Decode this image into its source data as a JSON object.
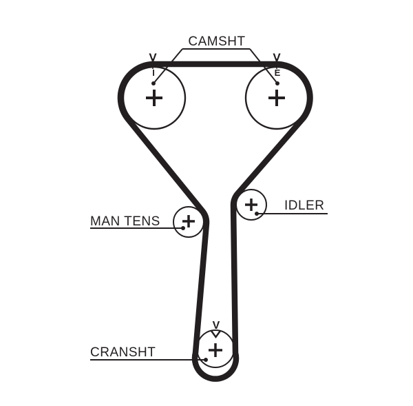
{
  "labels": {
    "camshaft": "CAMSHT",
    "manual_tensioner": "MAN TENS",
    "idler": "IDLER",
    "crankshaft": "CRANSHT"
  },
  "marks": {
    "left_cam_timing": "V",
    "left_cam_id": "I",
    "right_cam_timing": "V",
    "right_cam_id": "E",
    "crank_timing": "V"
  },
  "icons": {
    "pulley_center_mark": "plus-cross",
    "crank_timing_pointer": "chevron-down",
    "leader_end": "dot"
  },
  "colors": {
    "ink": "#231f20",
    "background": "#ffffff"
  }
}
